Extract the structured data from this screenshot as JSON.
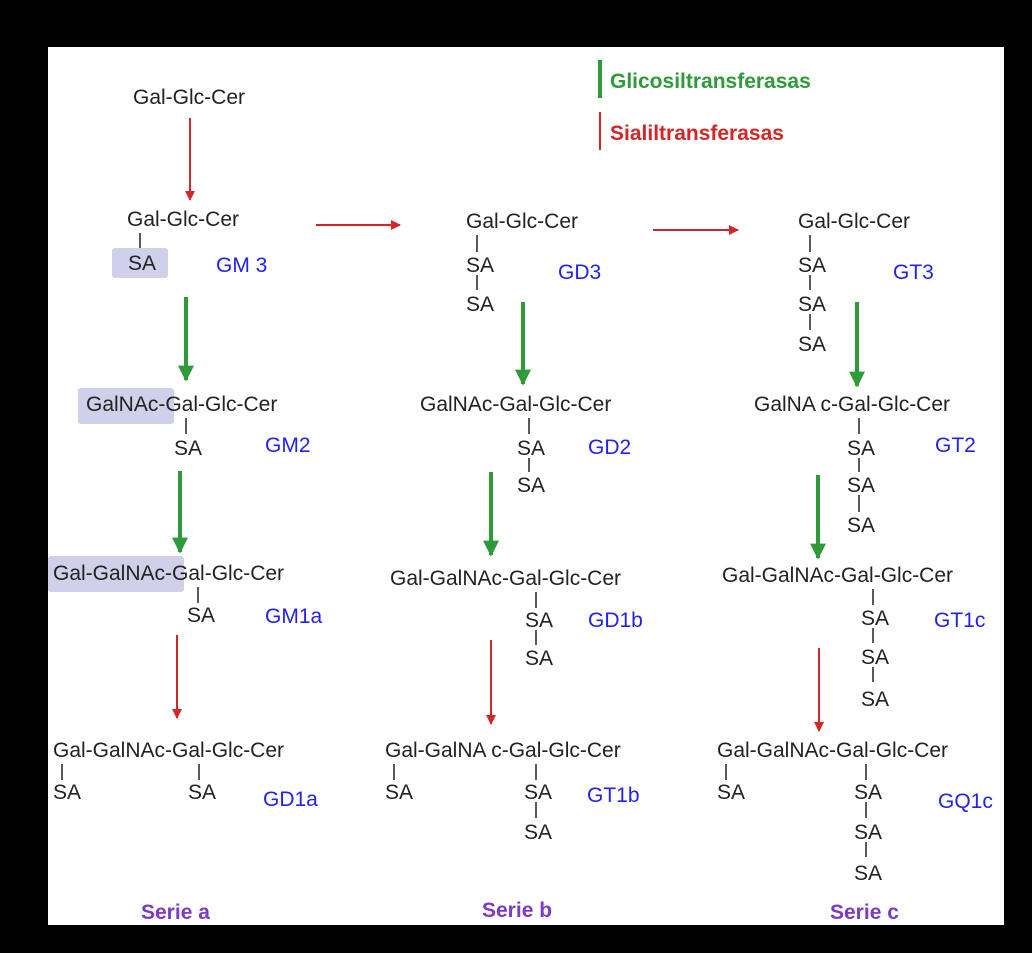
{
  "legend": {
    "glyco": {
      "label": "Glicosiltransferasas",
      "color": "#2e9a3a"
    },
    "sial": {
      "label": "Sialiltransferasas",
      "color": "#d42626"
    }
  },
  "colors": {
    "panel": "#ffffff",
    "molecule_text": "#222222",
    "ganglioside_name": "#2222ee",
    "series_label": "#7a3cc8",
    "highlight": "#d0d0ea"
  },
  "molecules": {
    "root": {
      "chain": "Gal-Glc-Cer"
    },
    "gm3": {
      "chain": "Gal-Glc-Cer",
      "sa": [
        "SA"
      ],
      "name": "GM 3"
    },
    "gd3": {
      "chain": "Gal-Glc-Cer",
      "sa": [
        "SA",
        "SA"
      ],
      "name": "GD3"
    },
    "gt3": {
      "chain": "Gal-Glc-Cer",
      "sa": [
        "SA",
        "SA",
        "SA"
      ],
      "name": "GT3"
    },
    "gm2": {
      "chain_parts": [
        "GalNAc",
        "-Gal-Glc-Cer"
      ],
      "sa": [
        "SA"
      ],
      "name": "GM2"
    },
    "gd2": {
      "chain": "GalNAc-Gal-Glc-Cer",
      "sa": [
        "SA",
        "SA"
      ],
      "name": "GD2"
    },
    "gt2": {
      "chain": "GalNA c-Gal-Glc-Cer",
      "sa": [
        "SA",
        "SA",
        "SA"
      ],
      "name": "GT2"
    },
    "gm1a": {
      "chain_parts": [
        "Gal-GalNAc",
        "-Gal-Glc-Cer"
      ],
      "sa": [
        "SA"
      ],
      "name": "GM1a"
    },
    "gd1b": {
      "chain": "Gal-GalNAc-Gal-Glc-Cer",
      "sa": [
        "SA",
        "SA"
      ],
      "name": "GD1b"
    },
    "gt1c": {
      "chain": "Gal-GalNAc-Gal-Glc-Cer",
      "sa": [
        "SA",
        "SA",
        "SA"
      ],
      "name": "GT1c"
    },
    "gd1a": {
      "chain": "Gal-GalNAc-Gal-Glc-Cer",
      "sa_left": [
        "SA"
      ],
      "sa": [
        "SA"
      ],
      "name": "GD1a"
    },
    "gt1b": {
      "chain": "Gal-GalNA c-Gal-Glc-Cer",
      "sa_left": [
        "SA"
      ],
      "sa": [
        "SA",
        "SA"
      ],
      "name": "GT1b"
    },
    "gq1c": {
      "chain": "Gal-GalNAc-Gal-Glc-Cer",
      "sa_left": [
        "SA"
      ],
      "sa": [
        "SA",
        "SA",
        "SA"
      ],
      "name": "GQ1c"
    }
  },
  "series": {
    "a": "Serie a",
    "b": "Serie b",
    "c": "Serie c"
  }
}
